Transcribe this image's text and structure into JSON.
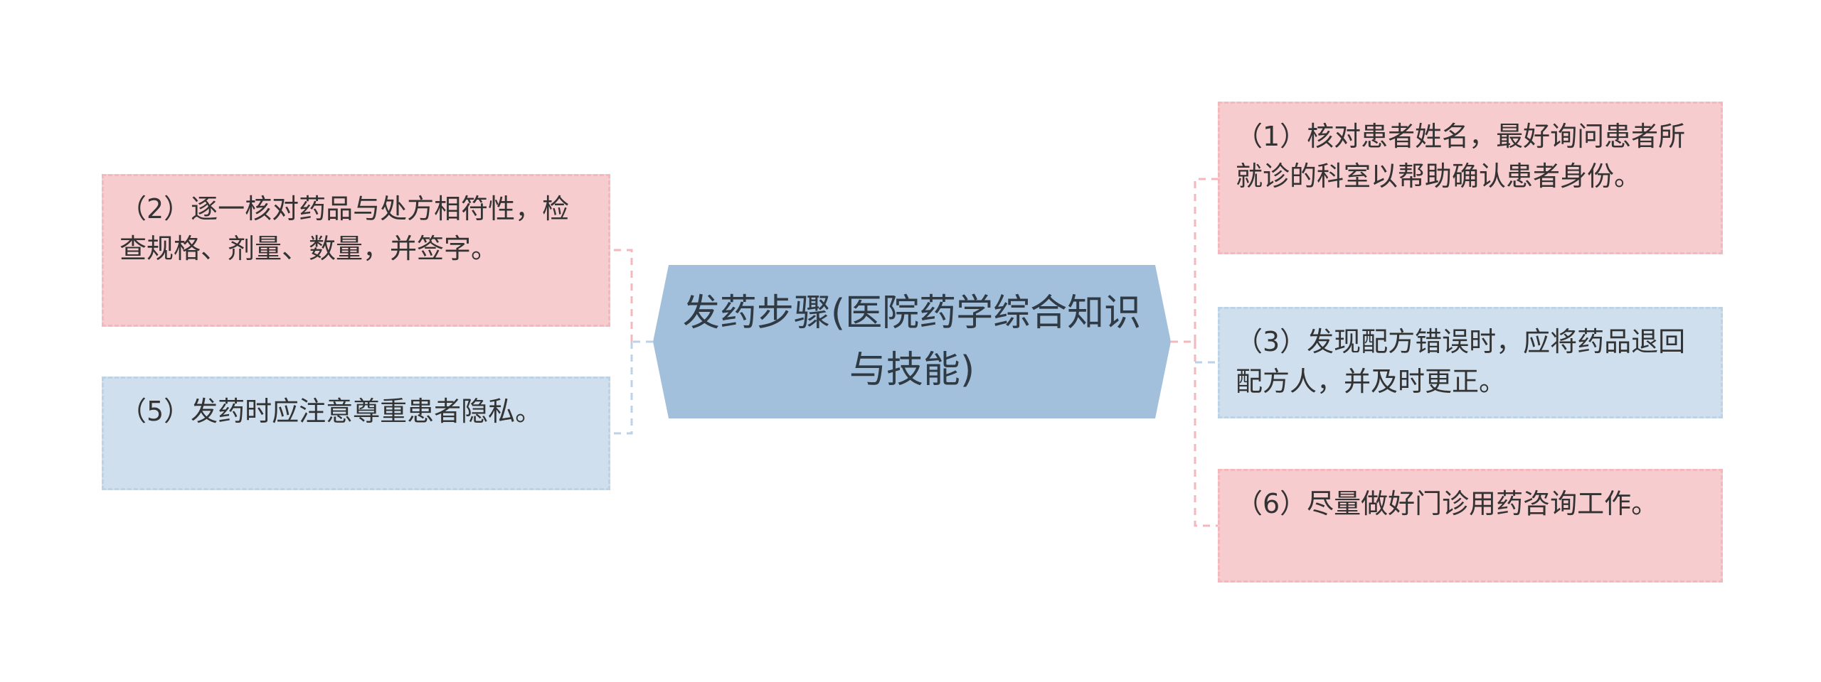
{
  "center": {
    "title": "发药步骤(医院药学综合知识与技能)",
    "color": "#a2c0dc"
  },
  "leaves": {
    "step1": "（1）核对患者姓名，最好询问患者所就诊的科室以帮助确认患者身份。",
    "step2": "（2）逐一核对药品与处方相符性，检查规格、剂量、数量，并签字。",
    "step3": "（3）发现配方错误时，应将药品退回配方人，并及时更正。",
    "step5": "（5）发药时应注意尊重患者隐私。",
    "step6": "（6）尽量做好门诊用药咨询工作。"
  },
  "colors": {
    "pink_fill": "#f6cccf",
    "blue_fill": "#cfdfee",
    "pink_line": "#f3b7bc",
    "blue_line": "#bcd2e7"
  }
}
